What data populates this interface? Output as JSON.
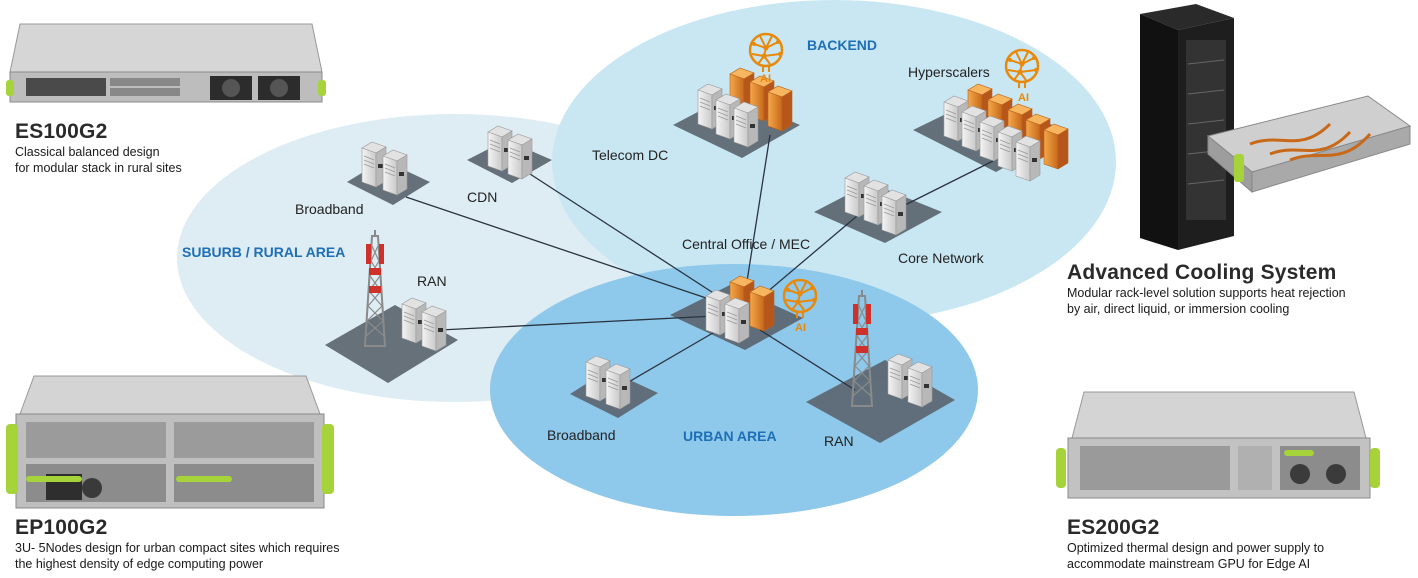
{
  "products": {
    "es100g2": {
      "name": "ES100G2",
      "desc": "Classical balanced design\nfor modular stack in rural sites"
    },
    "ep100g2": {
      "name": "EP100G2",
      "desc": "3U- 5Nodes design for urban compact sites which requires\nthe highest density of edge computing power"
    },
    "cooling": {
      "name": "Advanced Cooling System",
      "desc": "Modular rack-level solution supports heat rejection\nby air, direct liquid, or immersion cooling"
    },
    "es200g2": {
      "name": "ES200G2",
      "desc": "Optimized thermal design and power supply to\naccommodate mainstream GPU for Edge AI"
    }
  },
  "areas": {
    "backend": "BACKEND",
    "suburb": "SUBURB / RURAL AREA",
    "urban": "URBAN AREA"
  },
  "nodes": {
    "broadband_rural": "Broadband",
    "cdn": "CDN",
    "telecom_dc": "Telecom DC",
    "hyperscalers": "Hyperscalers",
    "central_office": "Central Office / MEC",
    "core_network": "Core Network",
    "ran_rural": "RAN",
    "broadband_urban": "Broadband",
    "ran_urban": "RAN"
  },
  "ai_badge": "AI",
  "colors": {
    "backend_fill": "#c9e7f3",
    "suburb_fill": "#d8e9f1",
    "urban_fill": "#8ec8ea",
    "area_label": "#1e6fb5",
    "ai_orange": "#e8890a"
  }
}
